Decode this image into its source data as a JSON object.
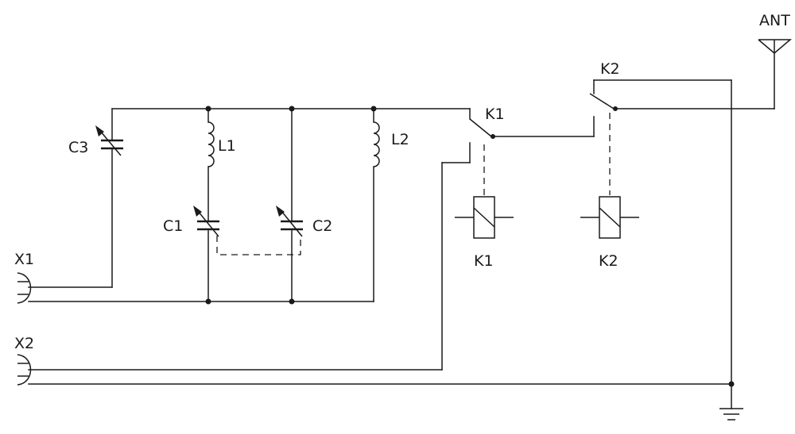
{
  "labels": {
    "antenna": "ANT",
    "c1": "C1",
    "c2": "C2",
    "c3": "C3",
    "l1": "L1",
    "l2": "L2",
    "k1_contact": "K1",
    "k2_contact": "K2",
    "k1_coil": "K1",
    "k2_coil": "K2",
    "x1": "X1",
    "x2": "X2"
  },
  "colors": {
    "wire": "#1a1a1a",
    "background": "#ffffff"
  }
}
